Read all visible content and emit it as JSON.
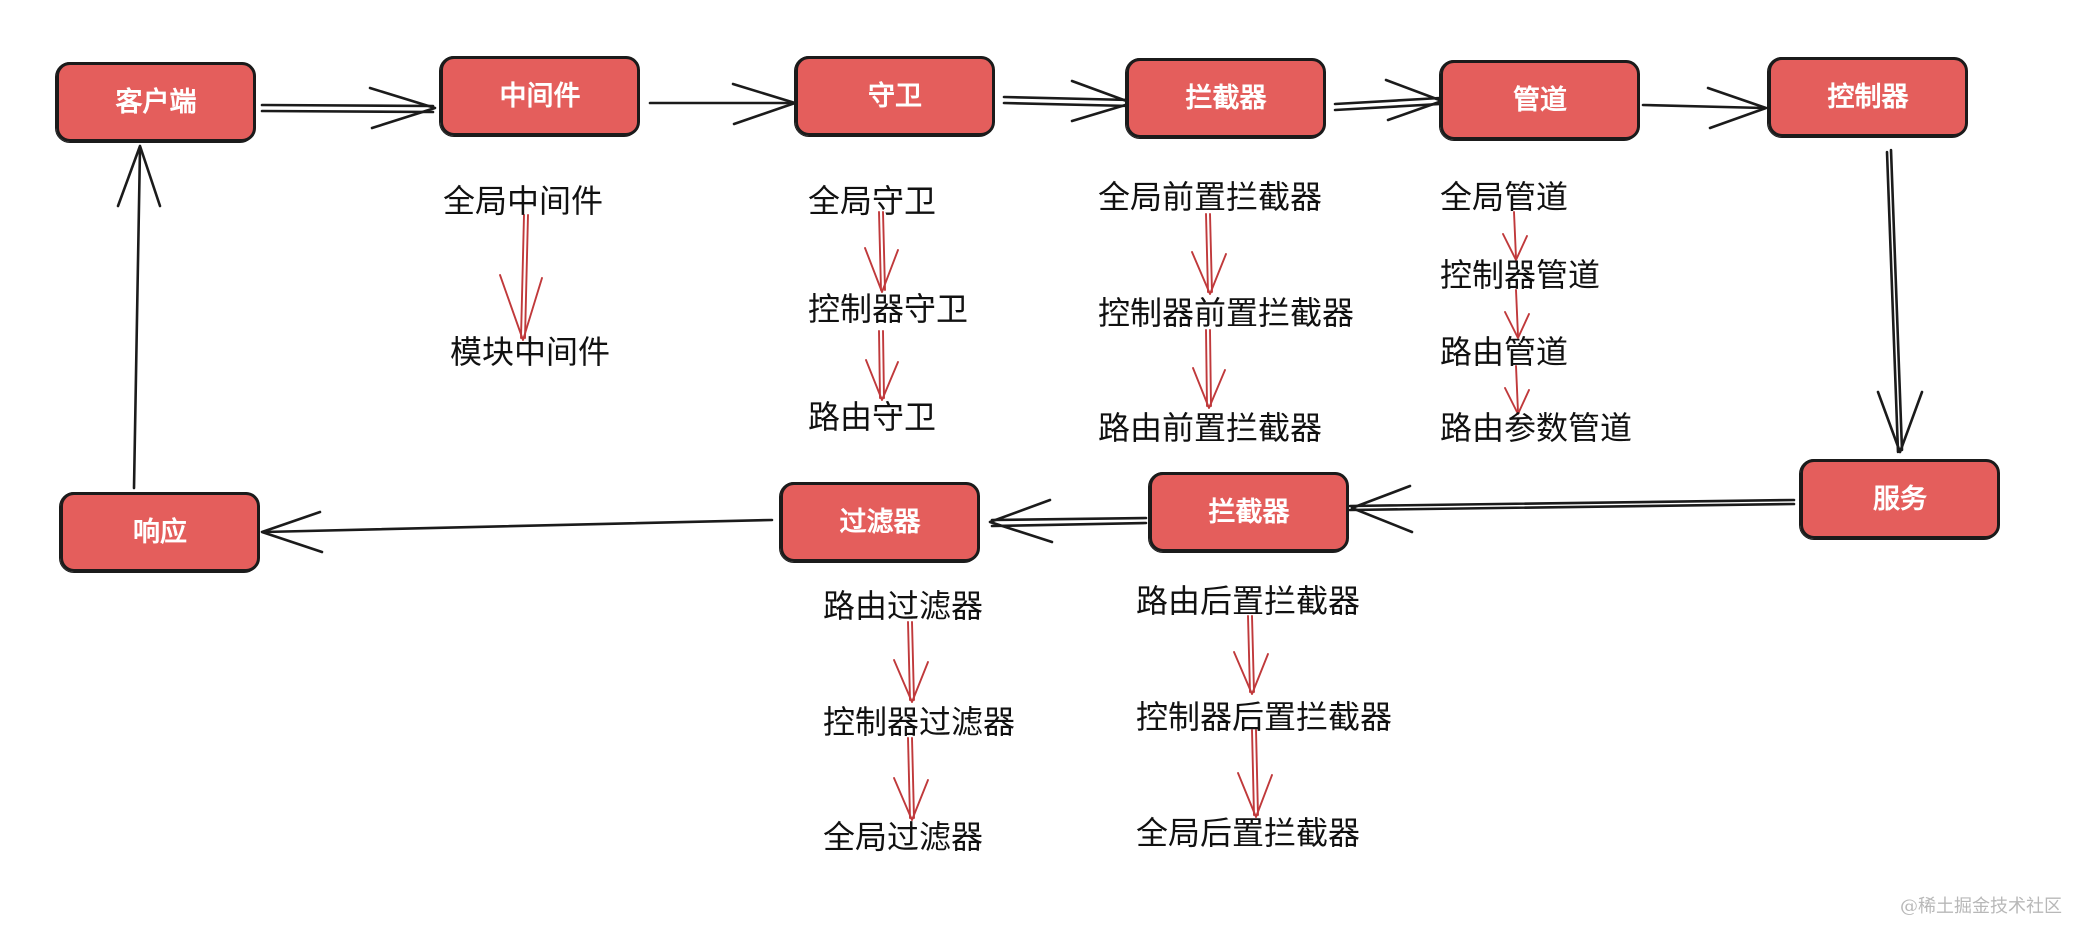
{
  "nodes": {
    "client": "客户端",
    "middleware": "中间件",
    "guard": "守卫",
    "interceptor_pre": "拦截器",
    "pipe": "管道",
    "controller": "控制器",
    "service": "服务",
    "interceptor_post": "拦截器",
    "filter": "过滤器",
    "response": "响应"
  },
  "middleware_chain": [
    "全局中间件",
    "模块中间件"
  ],
  "guard_chain": [
    "全局守卫",
    "控制器守卫",
    "路由守卫"
  ],
  "interceptor_pre_chain": [
    "全局前置拦截器",
    "控制器前置拦截器",
    "路由前置拦截器"
  ],
  "pipe_chain": [
    "全局管道",
    "控制器管道",
    "路由管道",
    "路由参数管道"
  ],
  "interceptor_post_chain": [
    "路由后置拦截器",
    "控制器后置拦截器",
    "全局后置拦截器"
  ],
  "filter_chain": [
    "路由过滤器",
    "控制器过滤器",
    "全局过滤器"
  ],
  "watermark": "@稀土掘金技术社区",
  "colors": {
    "node_fill": "#e45e5c",
    "stroke": "#1b1b1b",
    "chain_arrow": "#c0393b"
  }
}
